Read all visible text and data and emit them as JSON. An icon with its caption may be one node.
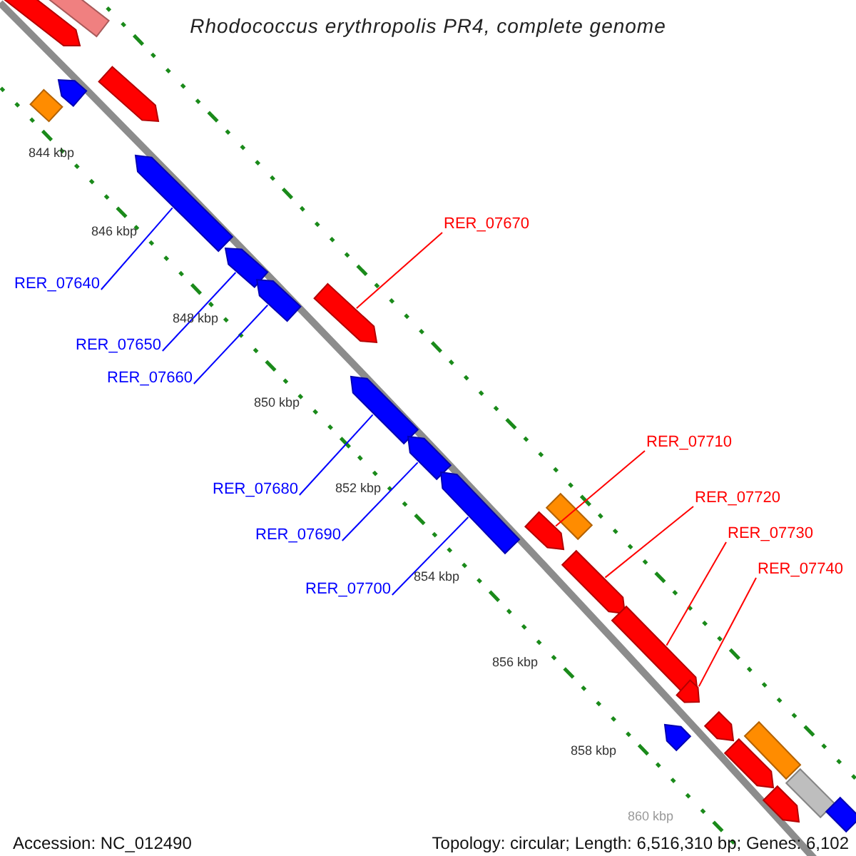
{
  "diagram": {
    "title": "Rhodococcus erythropolis PR4, complete genome",
    "nodes": [
      {
        "text": [],
        "shape": "arrow"
      },
      {
        "text": [],
        "shape": "box"
      },
      {
        "text": [],
        "shape": "arrow"
      },
      {
        "text": [],
        "shape": "box"
      },
      {
        "text": [],
        "shape": "arrow"
      },
      {
        "text": [],
        "shape": "arrow"
      },
      {
        "text": [],
        "shape": "arrow"
      },
      {
        "text": [],
        "shape": "arrow"
      },
      {
        "text": [],
        "shape": "arrow"
      },
      {
        "text": [],
        "shape": "arrow"
      },
      {
        "text": [],
        "shape": "arrow"
      },
      {
        "text": [],
        "shape": "arrow"
      },
      {
        "text": [],
        "shape": "arrow"
      },
      {
        "text": [],
        "shape": "box"
      },
      {
        "text": [],
        "shape": "arrow"
      },
      {
        "text": [],
        "shape": "arrow"
      },
      {
        "text": [],
        "shape": "arrow"
      },
      {
        "text": [],
        "shape": "arrow"
      },
      {
        "text": [],
        "shape": "arrow"
      },
      {
        "text": [],
        "shape": "box"
      },
      {
        "text": [],
        "shape": "arrow"
      },
      {
        "text": [],
        "shape": "box"
      },
      {
        "text": [],
        "shape": "arrow"
      },
      {
        "text": [],
        "shape": "box"
      },
      {
        "text": [
          "RER_07670"
        ]
      },
      {
        "text": [
          "RER_07640"
        ]
      },
      {
        "text": [
          "RER_07650"
        ]
      },
      {
        "text": [
          "RER_07660"
        ]
      },
      {
        "text": [
          "RER_07710"
        ]
      },
      {
        "text": [
          "RER_07680"
        ]
      },
      {
        "text": [
          "RER_07720"
        ]
      },
      {
        "text": [
          "RER_07690"
        ]
      },
      {
        "text": [
          "RER_07730"
        ]
      },
      {
        "text": [
          "RER_07700"
        ]
      },
      {
        "text": [
          "RER_07740"
        ]
      }
    ],
    "edges": [
      {
        "from": 24,
        "to": 8,
        "arrow": "none",
        "color": "#ff0000"
      },
      {
        "from": 25,
        "to": 5,
        "arrow": "none"
      },
      {
        "from": 26,
        "to": 6,
        "arrow": "none"
      },
      {
        "from": 27,
        "to": 7,
        "arrow": "none"
      },
      {
        "from": 28,
        "to": 12,
        "arrow": "none",
        "color": "#ff0000"
      },
      {
        "from": 29,
        "to": 9,
        "arrow": "none"
      },
      {
        "from": 30,
        "to": 14,
        "arrow": "none",
        "color": "#ff0000"
      },
      {
        "from": 31,
        "to": 10,
        "arrow": "none"
      },
      {
        "from": 32,
        "to": 15,
        "arrow": "none",
        "color": "#ff0000"
      },
      {
        "from": 33,
        "to": 11,
        "arrow": "none"
      },
      {
        "from": 34,
        "to": 16,
        "arrow": "none",
        "color": "#ff0000"
      }
    ],
    "labels": [
      "844 kbp",
      "846 kbp",
      "848 kbp",
      "850 kbp",
      "852 kbp",
      "854 kbp",
      "856 kbp",
      "858 kbp",
      "860 kbp",
      "Accession: NC_012490",
      "Topology: circular; Length: 6,516,310 bp; Genes: 6,102"
    ]
  }
}
